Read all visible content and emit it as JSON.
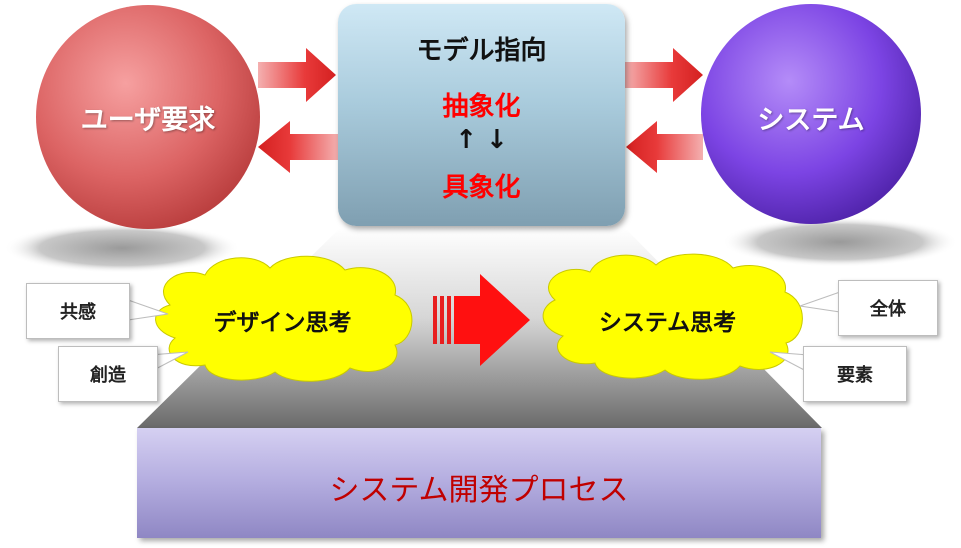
{
  "user_requirements": {
    "label": "ユーザ要求"
  },
  "system": {
    "label": "システム"
  },
  "model_driven": {
    "title": "モデル指向",
    "abstraction": "抽象化",
    "arrows": "↑ ↓",
    "concretization": "具象化"
  },
  "design_thinking": {
    "label": "デザイン思考",
    "tags": [
      "共感",
      "創造"
    ]
  },
  "systems_thinking": {
    "label": "システム思考",
    "tags": [
      "全体",
      "要素"
    ]
  },
  "development_process": {
    "label": "システム開発プロセス"
  },
  "colors": {
    "red_accent": "#ff0000",
    "cloud_yellow": "#ffff00",
    "circle_red": "#e06060",
    "circle_purple": "#7a3fe0",
    "process_text": "#c00000"
  }
}
